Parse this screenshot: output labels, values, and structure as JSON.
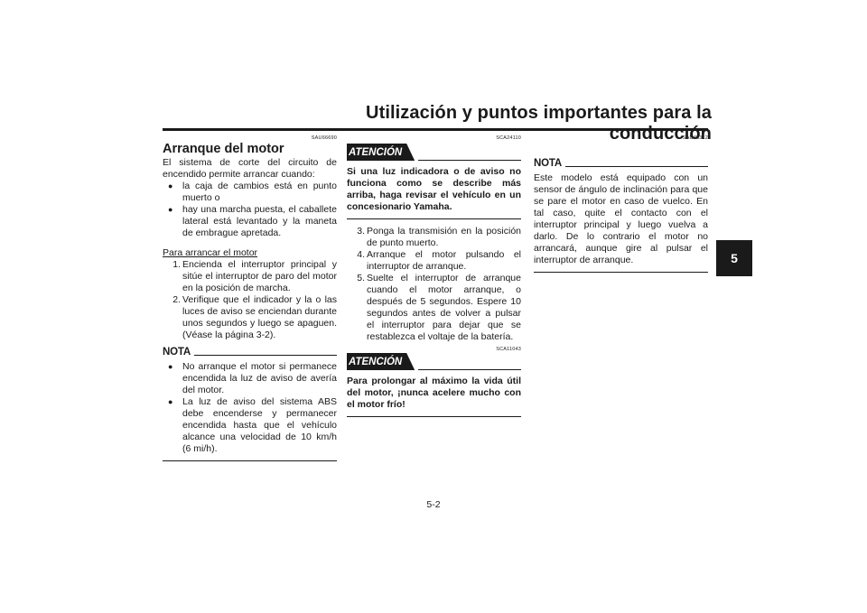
{
  "header": {
    "title": "Utilización y puntos importantes para la conducción",
    "chapter": "5"
  },
  "col1": {
    "code": "SAU66690",
    "heading": "Arranque del motor",
    "intro": "El sistema de corte del circuito de encendido permite arrancar cuando:",
    "bullets": [
      "la caja de cambios está en punto muerto o",
      "hay una marcha puesta, el caballete lateral está levantado y la maneta de embrague apretada."
    ],
    "subheading": "Para arrancar el motor",
    "steps": [
      {
        "num": "1.",
        "text": "Encienda el interruptor principal y sitúe el interruptor de paro del motor en la posición de marcha."
      },
      {
        "num": "2.",
        "text": "Verifique que el indicador y la o las luces de aviso se enciendan durante unos segundos y luego se apaguen. (Véase la página 3-2)."
      }
    ],
    "note_label": "NOTA",
    "note_bullets": [
      "No arranque el motor si permanece encendida la luz de aviso de avería del motor.",
      "La luz de aviso del sistema ABS debe encenderse y permanecer encendida hasta que el vehículo alcance una velocidad de 10 km/h (6 mi/h)."
    ]
  },
  "col2": {
    "caution1": {
      "label": "ATENCIÓN",
      "code": "SCA24110",
      "text": "Si una luz indicadora o de aviso no funciona como se describe más arriba, haga revisar el vehículo en un concesionario Yamaha."
    },
    "steps": [
      {
        "num": "3.",
        "text": "Ponga la transmisión en la posición de punto muerto."
      },
      {
        "num": "4.",
        "text": "Arranque el motor pulsando el interruptor de arranque."
      },
      {
        "num": "5.",
        "text": "Suelte el interruptor de arranque cuando el motor arranque, o después de 5 segundos. Espere 10 segundos antes de volver a pulsar el interruptor para dejar que se restablezca el voltaje de la batería."
      }
    ],
    "caution2": {
      "label": "ATENCIÓN",
      "code": "SCA11043",
      "text": "Para prolongar al máximo la vida útil del motor, ¡nunca acelere mucho con el motor frío!"
    }
  },
  "col3": {
    "code": "SAU45312",
    "note_label": "NOTA",
    "note_text": "Este modelo está equipado con un sensor de ángulo de inclinación para que se pare el motor en caso de vuelco. En tal caso, quite el contacto con el interruptor principal y luego vuelva a darlo. De lo contrario el motor no arrancará, aunque gire al pulsar el interruptor de arranque."
  },
  "footer": {
    "page": "5-2"
  }
}
